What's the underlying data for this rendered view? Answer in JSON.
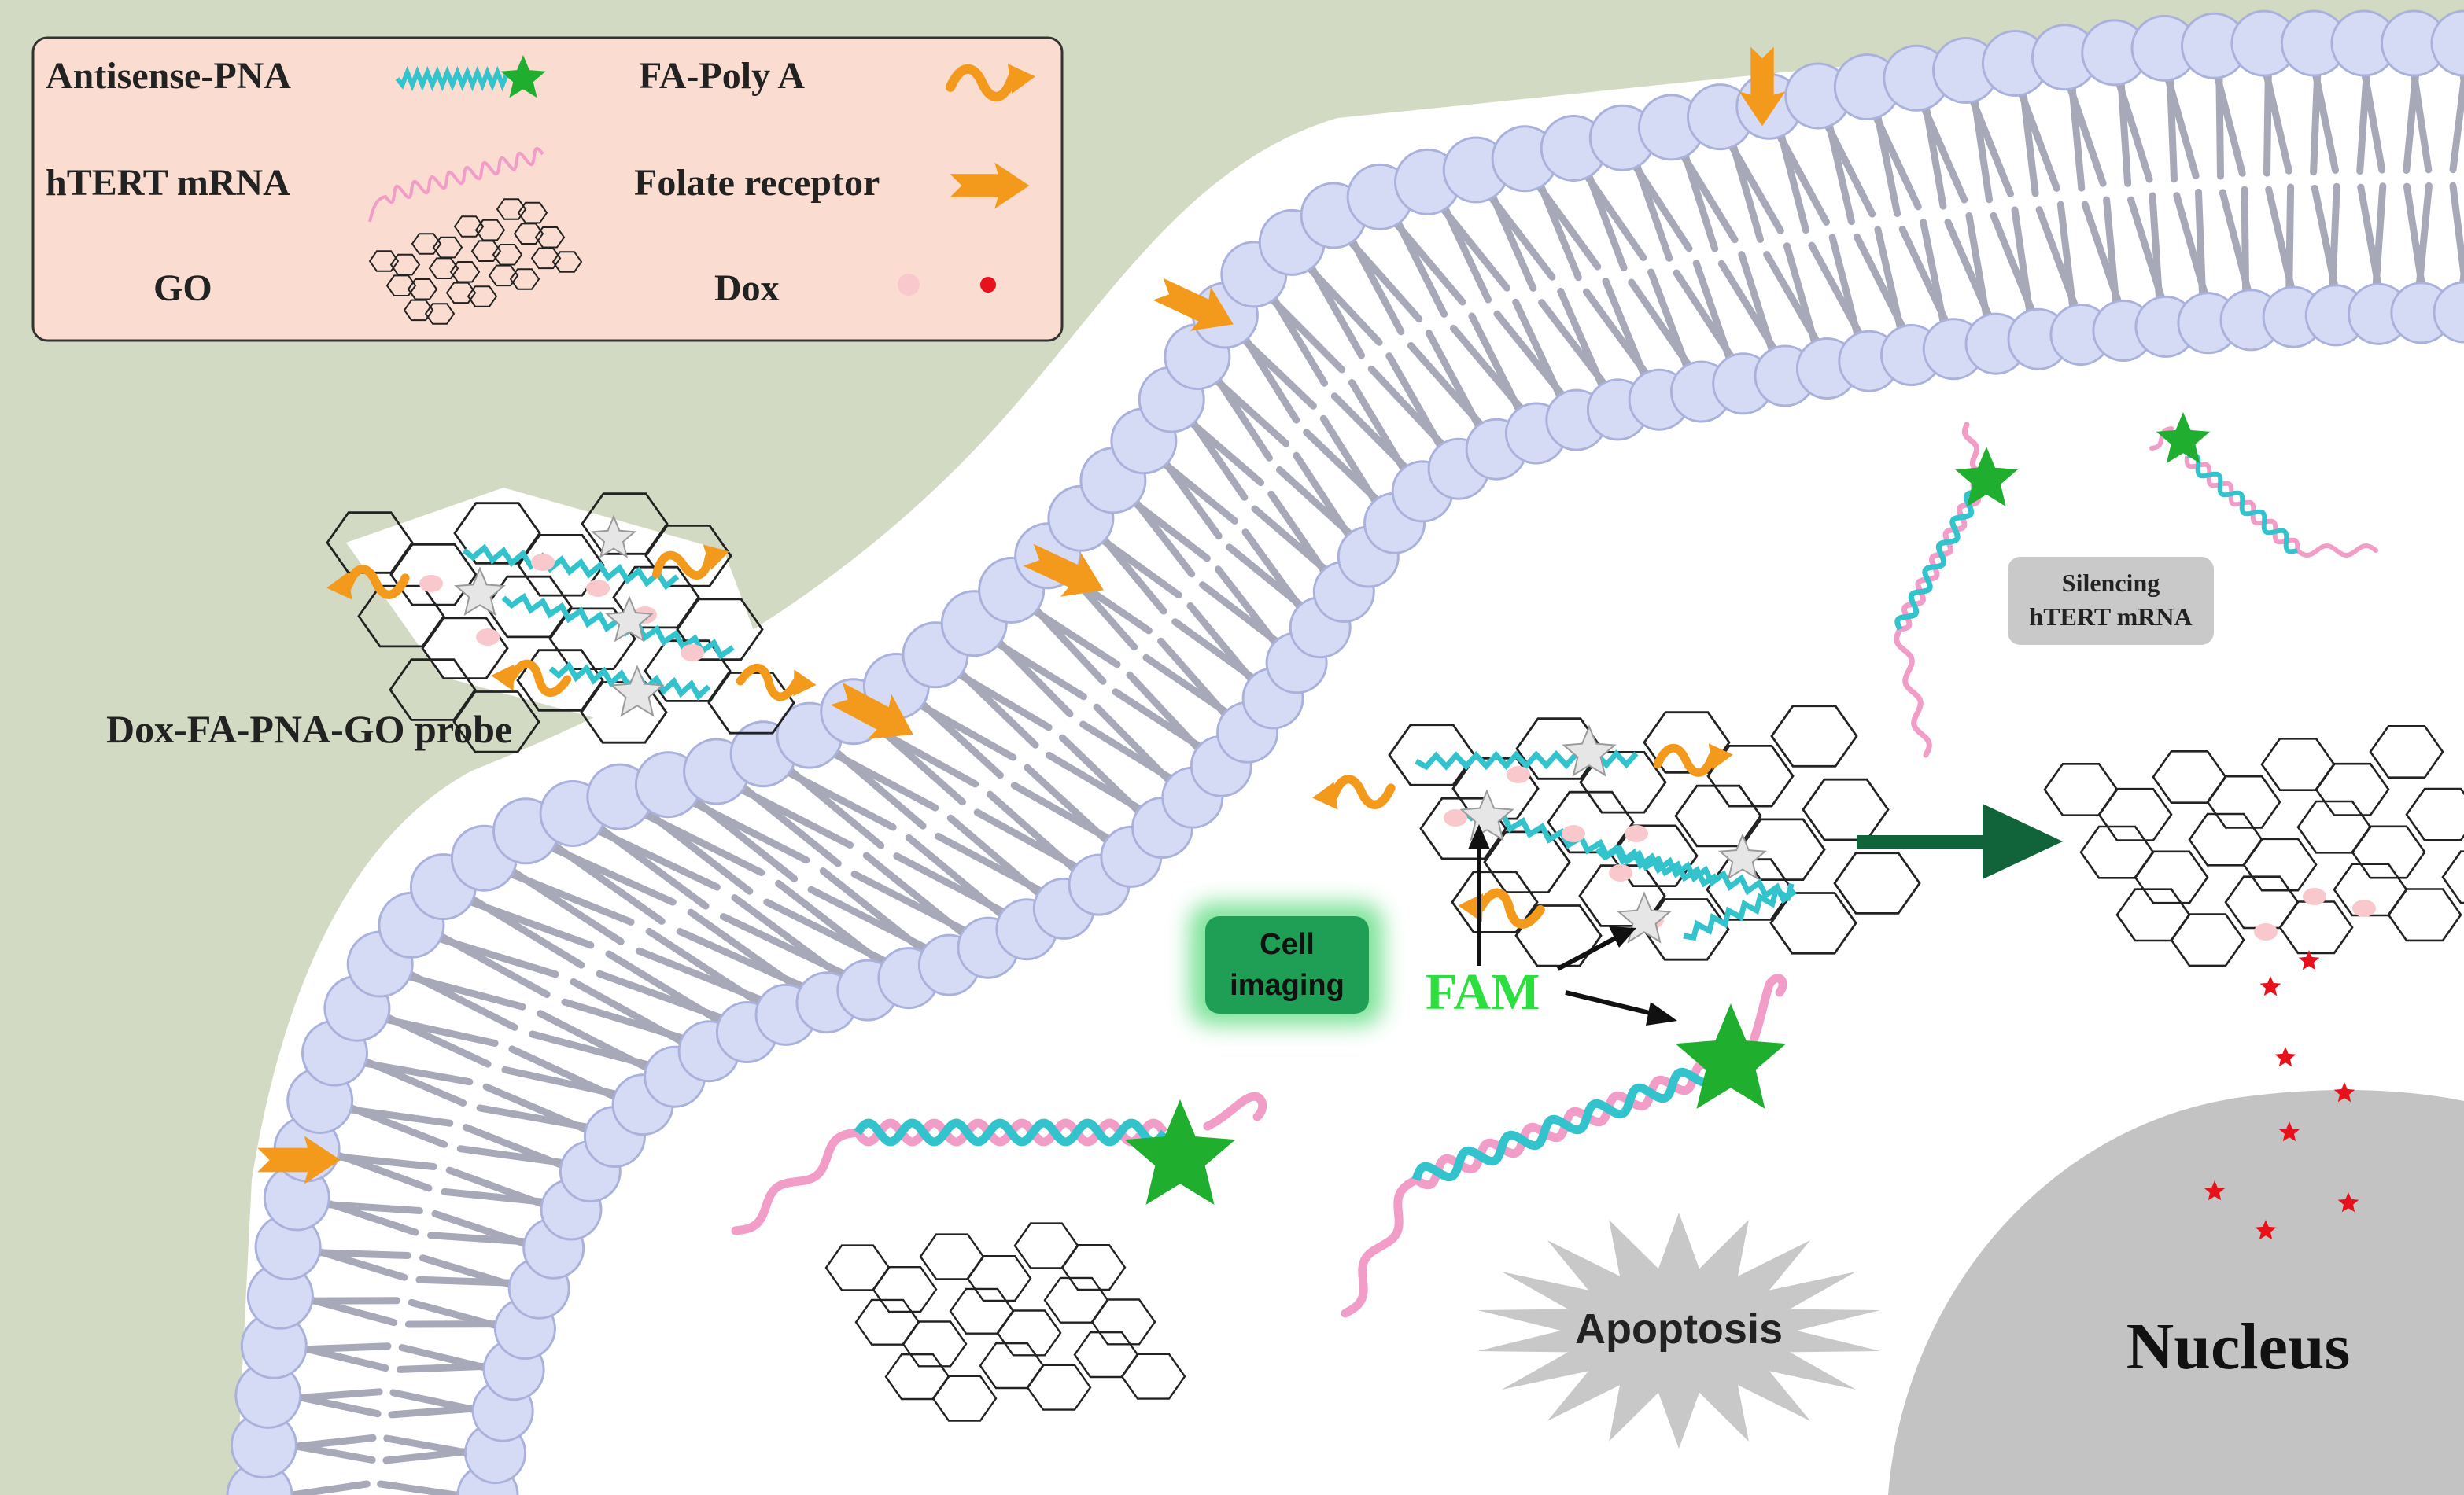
{
  "legend": {
    "antisense_pna": "Antisense-PNA",
    "htert_mrna": "hTERT mRNA",
    "go": "GO",
    "fa_poly_a": "FA-Poly A",
    "folate_receptor": "Folate receptor",
    "dox": "Dox"
  },
  "labels": {
    "probe": "Dox-FA-PNA-GO probe",
    "silencing_line1": "Silencing",
    "silencing_line2": "hTERT mRNA",
    "cell_imaging_line1": "Cell",
    "cell_imaging_line2": "imaging",
    "fam": "FAM",
    "apoptosis": "Apoptosis",
    "nucleus": "Nucleus"
  },
  "colors": {
    "extracellular": "#d3dac3",
    "legend_bg": "#fadcd0",
    "lipid_head": "#d6dbf5",
    "lipid_head_stroke": "#aab2dc",
    "lipid_tail": "#a8a9b8",
    "pna": "#33c3cc",
    "mrna": "#f29cc8",
    "fam": "#1fae2e",
    "fa": "#f39a1c",
    "dox": "#e8101a",
    "dox_light": "#f8c8cc",
    "arrow": "#116339",
    "nucleus": "#c3c3c3",
    "apoptosis": "#c8c8c8",
    "cell_imaging_box": "#1f9e55",
    "silencing_box": "#c9c9c9"
  },
  "icons": [
    "folate-receptor-icon",
    "fa-poly-a-icon",
    "fam-star-icon",
    "go-sheet-icon",
    "dox-dot-icon",
    "helix-icon"
  ]
}
